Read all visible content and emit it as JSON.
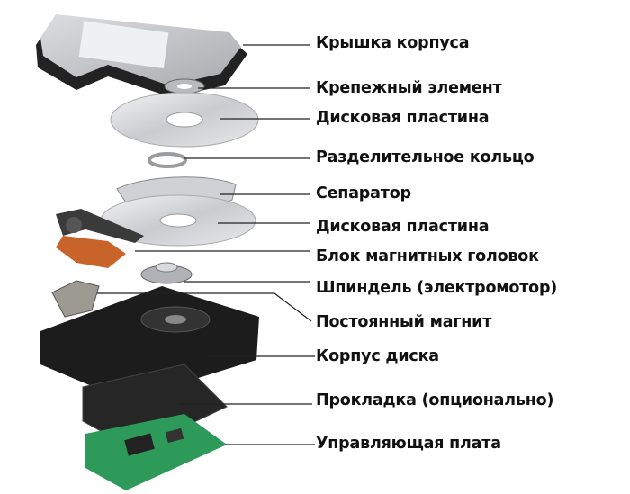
{
  "title": "Exploded hard disk drive diagram",
  "colors": {
    "line": "#222222",
    "text": "#111111",
    "pcb": "#2e9a5a",
    "case": "#1c1c1c",
    "platter": "#d6d8db",
    "heads": "#c8642a"
  },
  "labels": [
    "Крышка корпуса",
    "Крепежный элемент",
    "Дисковая пластина",
    "Разделительное кольцо",
    "Сепаратор",
    "Дисковая пластина",
    "Блок магнитных головок",
    "Шпиндель (электромотор)",
    "Постоянный магнит",
    "Корпус диска",
    "Прокладка (опционально)",
    "Управляющая плата"
  ]
}
